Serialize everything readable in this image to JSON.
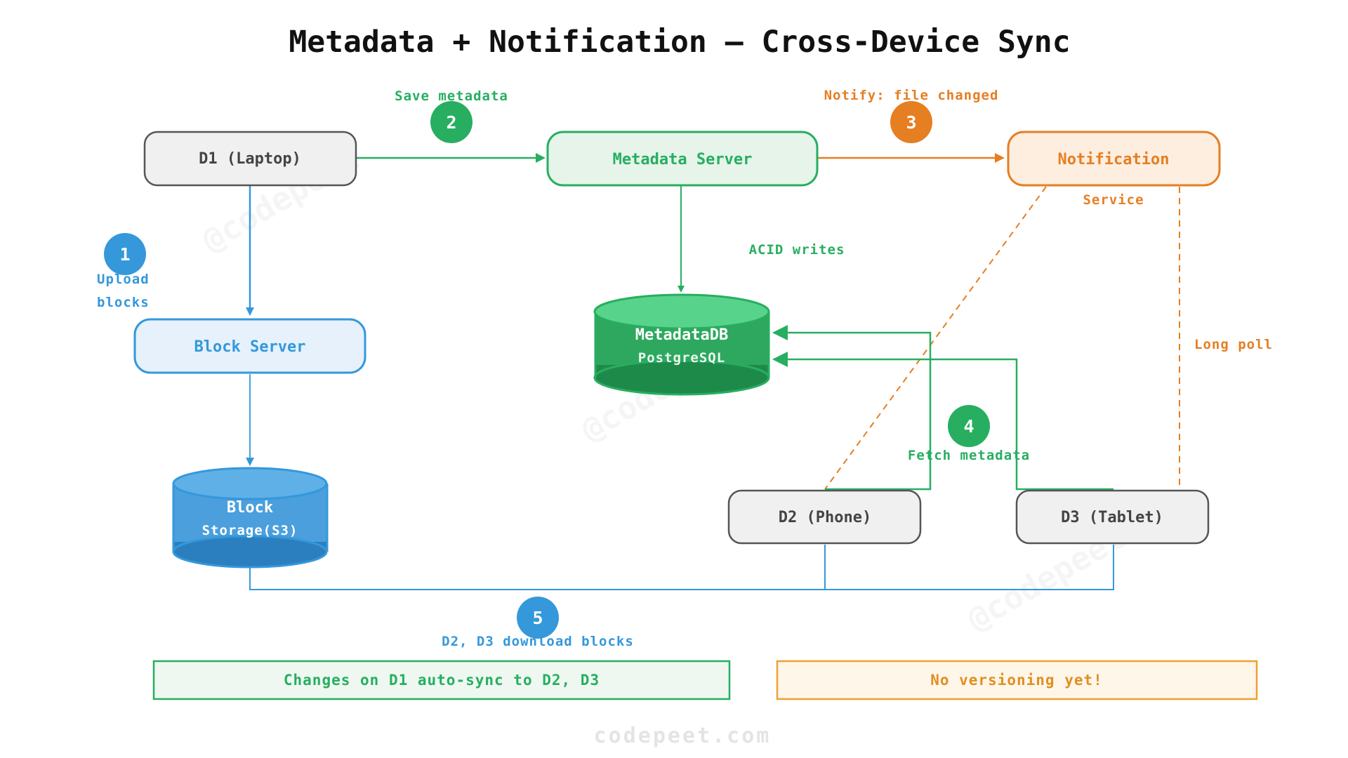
{
  "title": "Metadata + Notification — Cross-Device Sync",
  "colors": {
    "green": "#27ae60",
    "blue": "#3498db",
    "orange": "#e67e22",
    "gray_border": "#555555",
    "gray_fill": "#f0f0f0"
  },
  "nodes": {
    "d1": "D1 (Laptop)",
    "metadata_server": "Metadata Server",
    "notification": "Notification",
    "notification_sub": "Service",
    "block_server": "Block Server",
    "metadata_db": "MetadataDB",
    "metadata_db_sub": "PostgreSQL",
    "block_storage": "Block",
    "block_storage_sub": "Storage(S3)",
    "d2": "D2 (Phone)",
    "d3": "D3 (Tablet)"
  },
  "steps": [
    {
      "num": "1",
      "label_line1": "Upload",
      "label_line2": "blocks"
    },
    {
      "num": "2",
      "label": "Save metadata"
    },
    {
      "num": "3",
      "label": "Notify: file changed"
    },
    {
      "num": "4",
      "label": "Fetch metadata"
    },
    {
      "num": "5",
      "label": "D2, D3 download blocks"
    }
  ],
  "edge_labels": {
    "acid": "ACID writes",
    "long_poll": "Long poll"
  },
  "footer_boxes": {
    "left": "Changes on D1 auto-sync to D2, D3",
    "right": "No versioning yet!"
  },
  "watermark": "@codepeet",
  "brand": "codepeet.com"
}
